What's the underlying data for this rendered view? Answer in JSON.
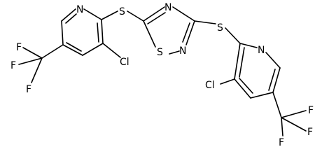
{
  "molecule": {
    "atom_labels": {
      "n_left": "N",
      "s_left": "S",
      "n_ring_top": "N",
      "s_ring": "S",
      "n_ring_bottom": "N",
      "s_right": "S",
      "n_right": "N",
      "cl_left": "Cl",
      "cl_right": "Cl",
      "f_left_1": "F",
      "f_left_2": "F",
      "f_left_3": "F",
      "f_right_1": "F",
      "f_right_2": "F",
      "f_right_3": "F"
    }
  }
}
